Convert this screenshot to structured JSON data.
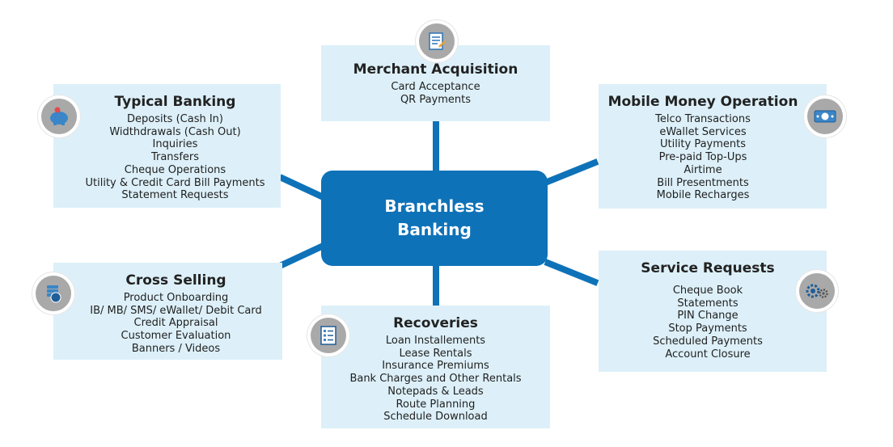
{
  "center": {
    "title": "Branchless Banking"
  },
  "nodes": {
    "merchant": {
      "title": "Merchant Acquisition",
      "items": [
        "Card Acceptance",
        "QR Payments"
      ],
      "icon": "document-icon"
    },
    "typical": {
      "title": "Typical Banking",
      "items": [
        "Deposits (Cash In)",
        "Widthdrawals (Cash Out)",
        "Inquiries",
        "Transfers",
        "Cheque Operations",
        "Utility & Credit Card Bill Payments",
        "Statement Requests"
      ],
      "icon": "piggy-bank-icon"
    },
    "mobile": {
      "title": "Mobile Money Operation",
      "items": [
        "Telco Transactions",
        "eWallet Services",
        "Utility Payments",
        "Pre-paid Top-Ups",
        "Airtime",
        "Bill Presentments",
        "Mobile Recharges"
      ],
      "icon": "banknote-icon"
    },
    "cross": {
      "title": "Cross Selling",
      "items": [
        "Product Onboarding",
        "IB/ MB/ SMS/ eWallet/ Debit Card",
        "Credit Appraisal",
        "Customer Evaluation",
        "Banners / Videos"
      ],
      "icon": "coins-icon"
    },
    "recoveries": {
      "title": "Recoveries",
      "items": [
        "Loan Installements",
        "Lease Rentals",
        "Insurance Premiums",
        "Bank Charges and Other Rentals",
        "Notepads & Leads",
        "Route Planning",
        "Schedule Download"
      ],
      "icon": "checklist-icon"
    },
    "service": {
      "title": "Service Requests",
      "items": [
        "Cheque Book",
        "Statements",
        "PIN Change",
        "Stop Payments",
        "Scheduled Payments",
        "Account Closure"
      ],
      "icon": "gears-icon"
    }
  },
  "colors": {
    "primary": "#0e72b8",
    "box_bg": "#ddf0f9",
    "icon_bg": "#a9a9a9"
  }
}
